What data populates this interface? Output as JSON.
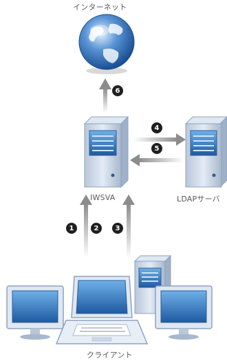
{
  "labels": {
    "internet": "インターネット",
    "iwsva": "IWSVA",
    "ldap": "LDAPサーバ",
    "client": "クライアント"
  },
  "steps": [
    "1",
    "2",
    "3",
    "4",
    "5",
    "6"
  ],
  "colors": {
    "arrow": "#8c8c8c",
    "badge": "#1f1f1f",
    "server_body": "#c9d6e6",
    "screen": "#2f6db4"
  },
  "icons": {
    "internet": "globe-icon",
    "iwsva": "server-icon",
    "ldap": "server-icon",
    "clients": [
      "monitor-icon",
      "laptop-icon",
      "server-icon",
      "monitor-icon"
    ]
  }
}
